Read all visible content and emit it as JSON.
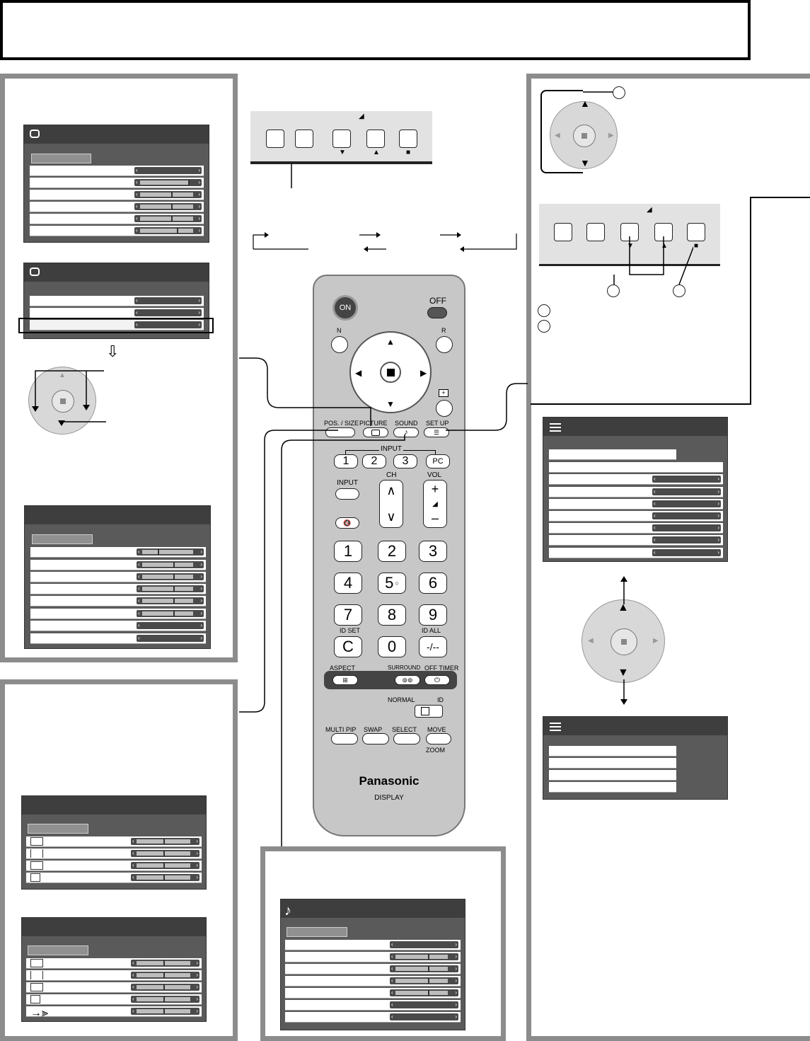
{
  "remote": {
    "on": "ON",
    "off": "OFF",
    "n": "N",
    "r": "R",
    "pos_size": "POS. / SIZE",
    "picture": "PICTURE",
    "sound": "SOUND",
    "setup": "SET UP",
    "input_group": "INPUT",
    "inputs": [
      "1",
      "2",
      "3",
      "PC"
    ],
    "input": "INPUT",
    "ch": "CH",
    "vol": "VOL",
    "keys": [
      "1",
      "2",
      "3",
      "4",
      "5",
      "6",
      "7",
      "8",
      "9",
      "C",
      "0",
      "-/--"
    ],
    "id_set": "ID SET",
    "id_all": "ID ALL",
    "aspect": "ASPECT",
    "surround": "SURROUND",
    "off_timer": "OFF TIMER",
    "normal": "NORMAL",
    "id": "ID",
    "multi_pip": "MULTI PIP",
    "swap": "SWAP",
    "select": "SELECT",
    "move": "MOVE",
    "zoom": "ZOOM",
    "brand": "Panasonic",
    "display": "DISPLAY"
  },
  "icons": {
    "picture": "monitor-icon",
    "sound": "note-icon",
    "setup": "list-icon",
    "mute": "mute-icon",
    "aspect": "aspect-icon",
    "surround": "surround-icon",
    "timer": "timer-icon"
  },
  "colors": {
    "frame": "#8c8c8c",
    "osd": "#5a5a5a",
    "remote": "#c7c7c7"
  }
}
